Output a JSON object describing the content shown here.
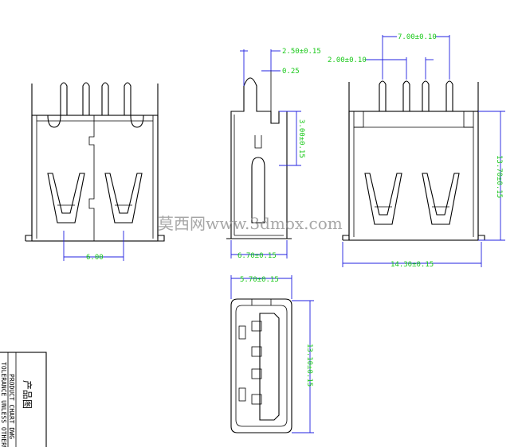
{
  "dims": {
    "pin_pitch_top": "7.00±0.10",
    "pin_pitch_small": "2.00±0.10",
    "side_pin_width": "2.50±0.15",
    "side_pin_thickness": "0.25",
    "side_pin_length": "3.00±0.15",
    "front_width_pitch": "6.00",
    "side_depth": "6.70±0.15",
    "rear_width": "14.30±0.15",
    "rear_height": "13.70±0.15",
    "bottom_width": "5.70±0.15",
    "bottom_length": "13.10±0.15"
  },
  "watermark": "莫西网www.3dmox.com",
  "title_block": {
    "chinese_title": "产品图",
    "product_chart": "PRODUCT CHART DWG",
    "tolerance": "TOLERANCE UNLESS OTHERWISE"
  },
  "colors": {
    "outline": "#000000",
    "dimension_line": "#2020e0",
    "dimension_text": "#18c818"
  }
}
